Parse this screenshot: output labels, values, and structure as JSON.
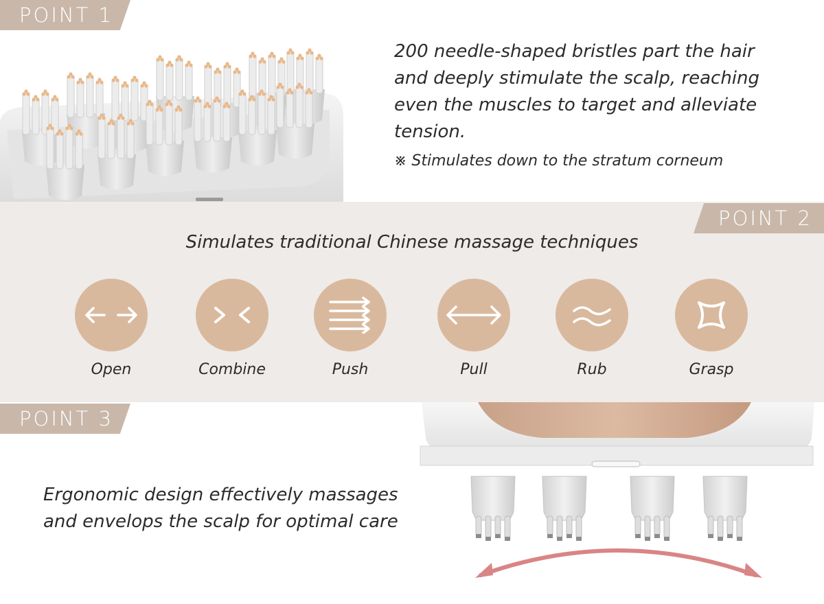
{
  "point1": {
    "tag": "POINT 1",
    "text": "200 needle-shaped bristles part the hair and deeply stimulate the scalp, reaching even the muscles to target and alleviate tension.",
    "note": "※ Stimulates down to the stratum corneum"
  },
  "point2": {
    "tag": "POINT 2",
    "title": "Simulates traditional Chinese massage techniques",
    "techniques": [
      {
        "label": "Open",
        "icon": "open-arrows-icon"
      },
      {
        "label": "Combine",
        "icon": "combine-arrows-icon"
      },
      {
        "label": "Push",
        "icon": "push-arrows-icon"
      },
      {
        "label": "Pull",
        "icon": "pull-arrow-icon"
      },
      {
        "label": "Rub",
        "icon": "rub-waves-icon"
      },
      {
        "label": "Grasp",
        "icon": "grasp-star-icon"
      }
    ]
  },
  "point3": {
    "tag": "POINT 3",
    "text": "Ergonomic design effectively massages and envelops the scalp for optimal care"
  },
  "colors": {
    "tag_bg": "#c9b8aa",
    "band_bg": "#efebe8",
    "circle": "#d9b99e",
    "arrow": "#d98585",
    "bristle_tip": "#e8b88a"
  }
}
